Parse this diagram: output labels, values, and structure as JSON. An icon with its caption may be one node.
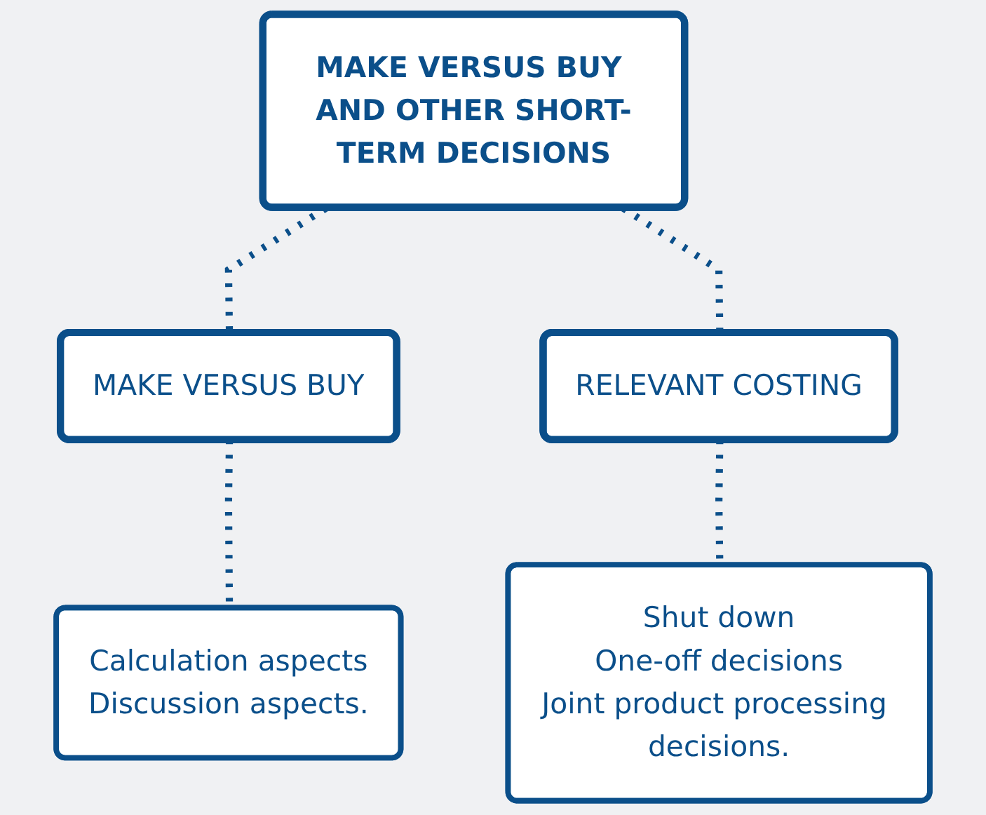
{
  "diagram": {
    "nodes": [
      {
        "text": [
          "MAKE VERSUS BUY AND OTHER SHORT-TERM DECISIONS"
        ]
      },
      {
        "text": [
          "MAKE VERSUS BUY"
        ]
      },
      {
        "text": [
          "RELEVANT COSTING"
        ]
      },
      {
        "text": [
          "Calculation aspects",
          "Discussion aspects."
        ]
      },
      {
        "text": [
          "Shut down",
          "One-off decisions",
          "Joint product processing decisions."
        ]
      }
    ],
    "edges": [
      {
        "from": 0,
        "to": 1,
        "arrow": "none",
        "style": "dashed"
      },
      {
        "from": 0,
        "to": 2,
        "arrow": "none",
        "style": "dashed"
      },
      {
        "from": 1,
        "to": 3,
        "arrow": "none",
        "style": "dashed"
      },
      {
        "from": 2,
        "to": 4,
        "arrow": "none",
        "style": "dashed"
      }
    ]
  }
}
